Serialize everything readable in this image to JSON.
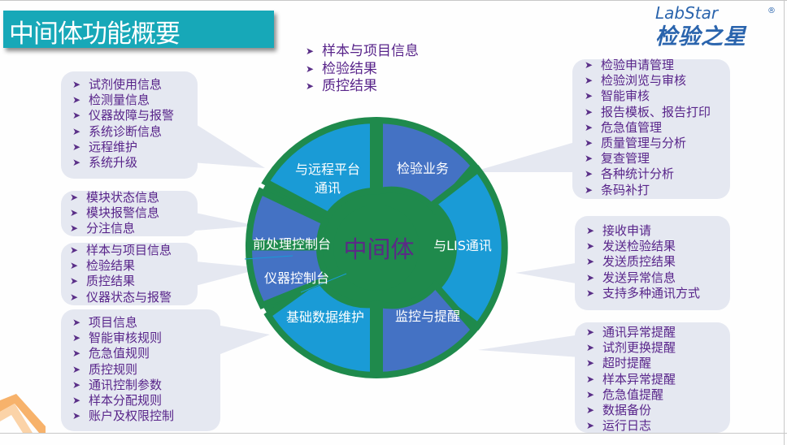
{
  "title": "中间体功能概要",
  "logo": {
    "text_top": "LabStar",
    "text_bottom": "检验之星",
    "registered": "®"
  },
  "center": {
    "label": "中间体"
  },
  "segments": {
    "remote": "与远程平台\n通讯",
    "business": "检验业务",
    "lis": "与LIS通讯",
    "monitor": "监控与提醒",
    "basic_data": "基础数据维护",
    "instrument": "仪器控制台",
    "preprocess": "前处理控制台"
  },
  "top_list": [
    "样本与项目信息",
    "检验结果",
    "质控结果"
  ],
  "left_boxes": [
    [
      "试剂使用信息",
      "检测量信息",
      "仪器故障与报警",
      "系统诊断信息",
      "远程维护",
      "系统升级"
    ],
    [
      "模块状态信息",
      "模块报警信息",
      "分注信息"
    ],
    [
      "样本与项目信息",
      "检验结果",
      "质控结果",
      "仪器状态与报警"
    ],
    [
      "项目信息",
      "智能审核规则",
      "危急值规则",
      "质控规则",
      "通讯控制参数",
      "样本分配规则",
      "账户及权限控制"
    ]
  ],
  "right_boxes": [
    [
      "检验申请管理",
      "检验浏览与审核",
      "智能审核",
      "报告模板、报告打印",
      "危急值管理",
      "质量管理与分析",
      "复查管理",
      "各种统计分析",
      "条码补打"
    ],
    [
      "接收申请",
      "发送检验结果",
      "发送质控结果",
      "发送异常信息",
      "支持多种通讯方式"
    ],
    [
      "通讯异常提醒",
      "试剂更换提醒",
      "超时提醒",
      "样本异常提醒",
      "危急值提醒",
      "数据备份",
      "运行日志"
    ]
  ],
  "colors": {
    "title_bg": "#17a8b8",
    "seg_light": "#1a9bd6",
    "seg_dark": "#4472c4",
    "core": "#1f8a4c",
    "box_bg": "#e5e8f1",
    "list_text": "#58248a"
  }
}
